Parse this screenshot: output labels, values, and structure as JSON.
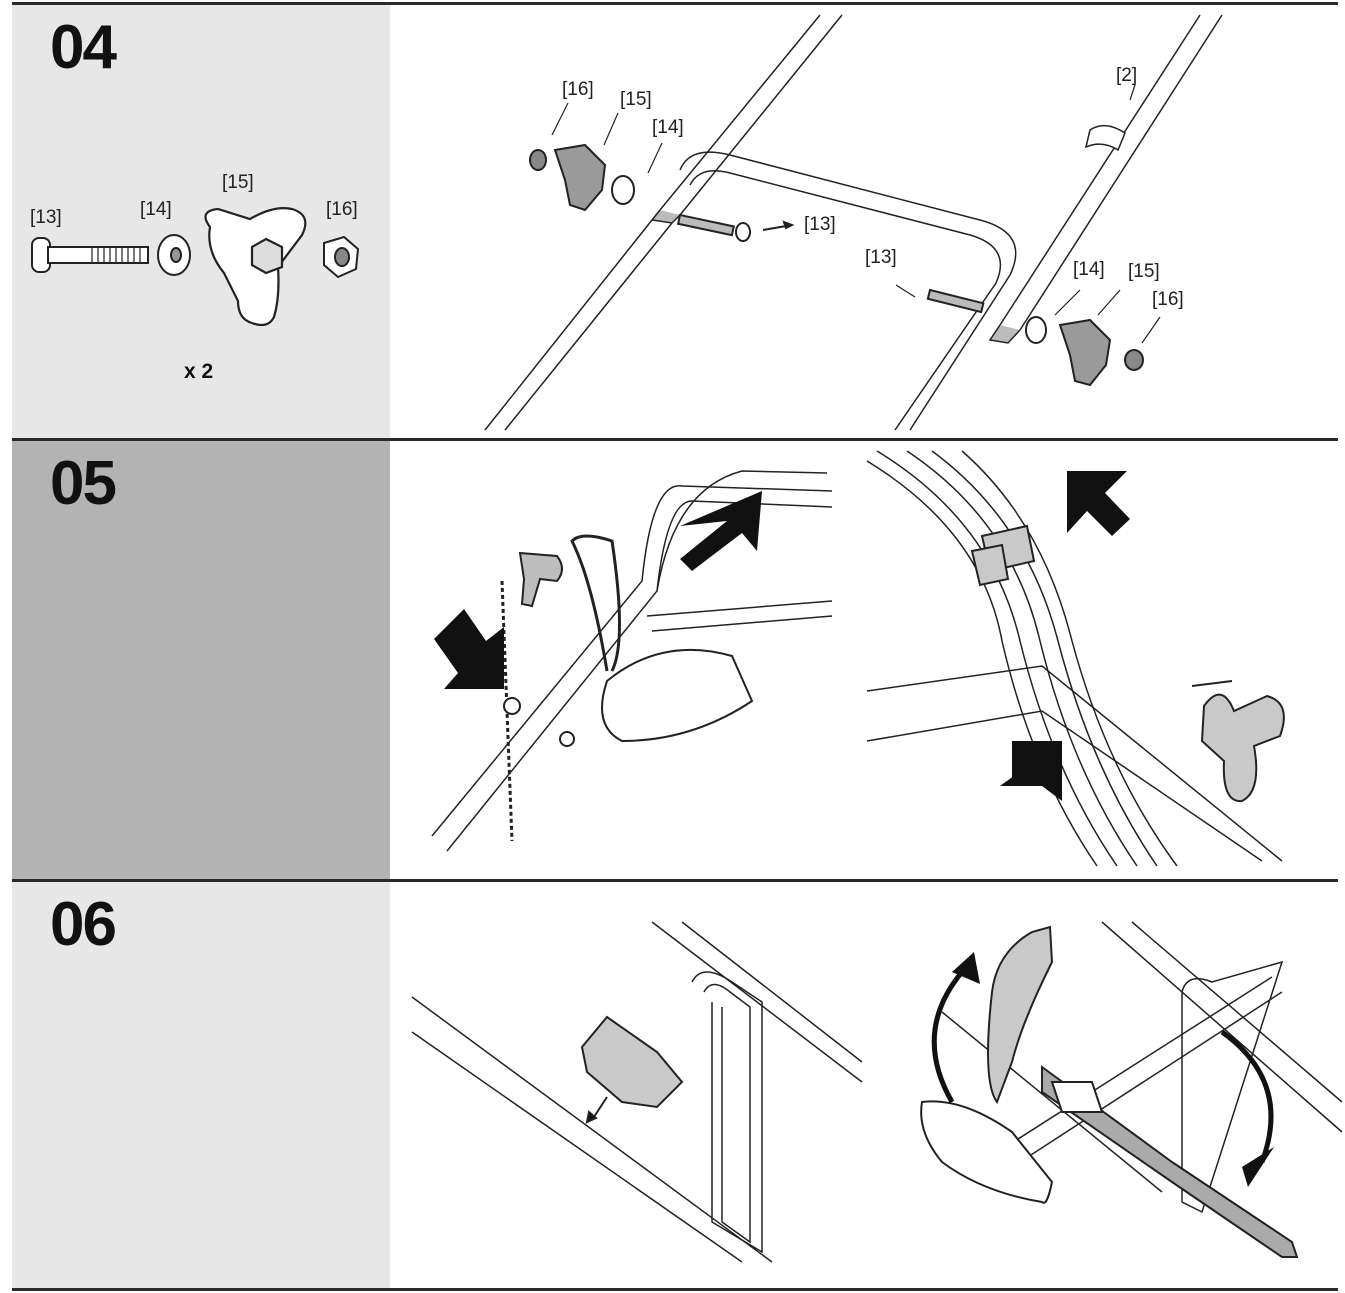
{
  "colors": {
    "panel_light": "#e7e7e7",
    "panel_dark": "#b3b3b3",
    "rule": "#2a2a2a",
    "part_fill": "#c9c9c9"
  },
  "steps": [
    {
      "number": "04",
      "quantity": "x 2",
      "parts_labels": [
        "[13]",
        "[14]",
        "[15]",
        "[16]"
      ],
      "assembly_labels": {
        "left": [
          "[16]",
          "[15]",
          "[14]",
          "[13]"
        ],
        "right": [
          "[2]",
          "[13]",
          "[14]",
          "[15]",
          "[16]"
        ]
      }
    },
    {
      "number": "05"
    },
    {
      "number": "06"
    }
  ],
  "icons": [
    "bolt-icon",
    "washer-icon",
    "star-knob-icon",
    "nut-icon",
    "arrow-icon",
    "cable-clip-icon",
    "rotate-arrow-icon"
  ]
}
